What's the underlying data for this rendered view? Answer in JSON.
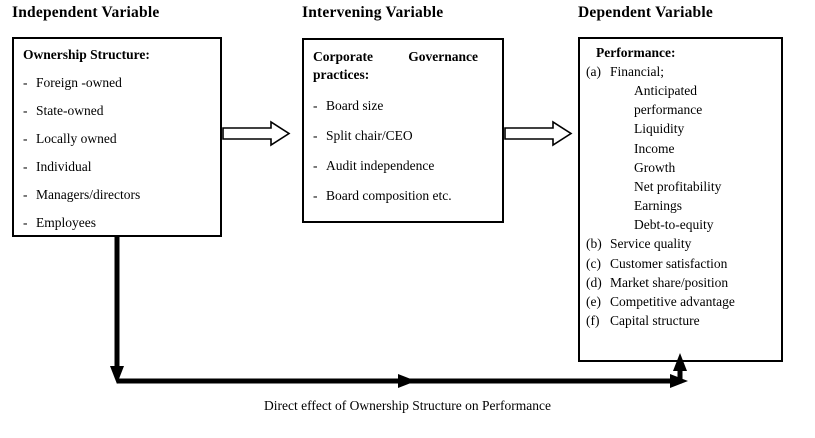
{
  "diagram": {
    "columns": [
      {
        "title": "Independent Variable"
      },
      {
        "title": "Intervening Variable"
      },
      {
        "title": "Dependent Variable"
      }
    ],
    "box_independent": {
      "heading": "Ownership Structure:",
      "items": [
        "Foreign -owned",
        "State-owned",
        "Locally owned",
        "Individual",
        "Managers/directors",
        "Employees"
      ],
      "bullet": "-"
    },
    "box_intervening": {
      "heading_line1_left": "Corporate",
      "heading_line1_right": "Governance",
      "heading_line2": "practices:",
      "items": [
        "Board size",
        "Split chair/CEO",
        "Audit independence",
        "Board composition etc."
      ],
      "bullet": "-"
    },
    "box_dependent": {
      "heading": "Performance:",
      "groups": [
        {
          "letter": "(a)",
          "label": "Financial;"
        },
        {
          "letter": "(b)",
          "label": "Service quality"
        },
        {
          "letter": "(c)",
          "label": "Customer satisfaction"
        },
        {
          "letter": "(d)",
          "label": "Market share/position"
        },
        {
          "letter": "(e)",
          "label": "Competitive advantage"
        },
        {
          "letter": "(f)",
          "label": "Capital structure"
        }
      ],
      "financial_metrics": [
        "Anticipated",
        "performance",
        "Liquidity",
        "Income",
        "Growth",
        "Net profitability",
        "Earnings",
        "Debt-to-equity"
      ]
    },
    "caption": "Direct effect of Ownership Structure on Performance",
    "connectors": [
      {
        "name": "independent-to-intervening",
        "style": "hollow-block-arrow"
      },
      {
        "name": "intervening-to-dependent",
        "style": "hollow-block-arrow"
      },
      {
        "name": "direct-effect-path",
        "style": "solid-arrow"
      }
    ],
    "colors": {
      "line": "#000000",
      "background": "#ffffff",
      "text": "#000000"
    }
  }
}
